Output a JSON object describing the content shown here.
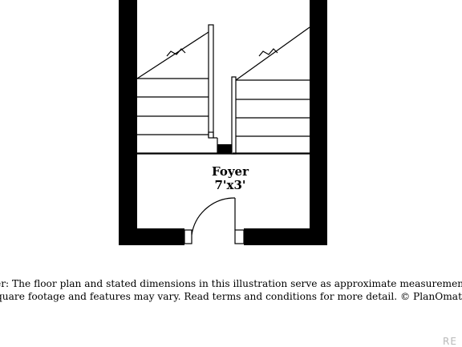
{
  "floor_plan": {
    "room": {
      "name": "Foyer",
      "dimensions": "7'x3'"
    },
    "features": [
      "left-staircase",
      "right-staircase",
      "entry-door"
    ]
  },
  "disclaimer": {
    "line1": "er: The floor plan and stated dimensions in this illustration serve as approximate measurements.",
    "line2": "quare footage and features may vary. Read terms and conditions for more detail. © PlanOmatic"
  },
  "watermark": "RE",
  "colors": {
    "wall": "#000000",
    "line": "#000000",
    "background": "#ffffff"
  }
}
